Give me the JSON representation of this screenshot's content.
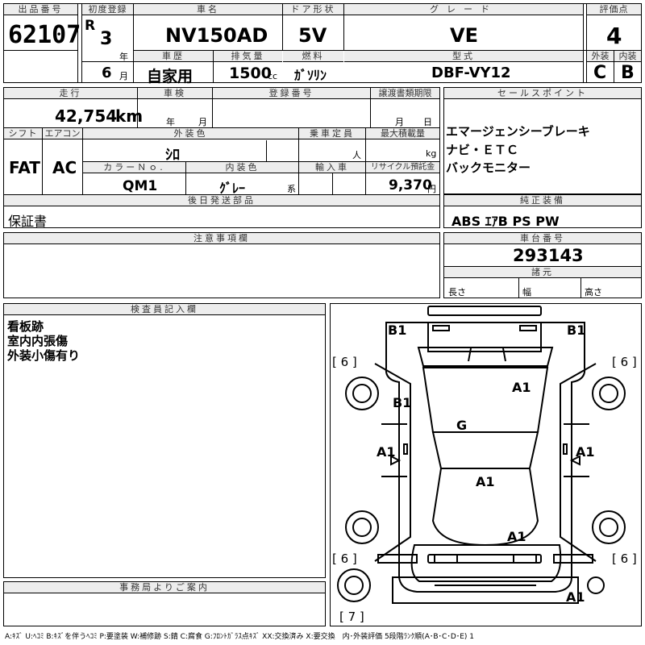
{
  "sheet": {
    "lot_number_label": "出品番号",
    "lot_number": "62107",
    "first_reg_label": "初度登録",
    "era_mark": "R",
    "reg_year": "3",
    "year_unit": "年",
    "reg_month": "6",
    "month_unit": "月",
    "car_name_label": "車名",
    "car_name": "NV150AD",
    "door_label": "ドア形状",
    "door": "5V",
    "grade_label": "グレード",
    "grade": "VE",
    "score_label": "評価点",
    "score": "4",
    "history_label": "車歴",
    "history": "自家用",
    "displacement_label": "排気量",
    "displacement": "1500",
    "displacement_unit": "cc",
    "fuel_label": "燃料",
    "fuel": "ｶﾞｿﾘﾝ",
    "model_label": "型式",
    "model": "DBF-VY12",
    "exterior_label": "外装",
    "exterior_grade": "C",
    "interior_label": "内装",
    "interior_grade": "B",
    "mileage_label": "走行",
    "mileage": "42,754",
    "mileage_unit": "km",
    "inspection_label": "車検",
    "inspection_year_unit": "年",
    "inspection_month_unit": "月",
    "reg_number_label": "登録番号",
    "transfer_label": "譲渡書類期限",
    "transfer_month_unit": "月",
    "transfer_day_unit": "日",
    "sales_point_label": "セールスポイント",
    "sales_points": [
      "エマージェンシーブレーキ",
      "ナビ・ＥＴＣ",
      "バックモニター"
    ],
    "shift_label": "シフト",
    "shift": "FAT",
    "aircon_label": "エアコン",
    "aircon": "AC",
    "ext_color_label": "外装色",
    "ext_color": "ｼﾛ",
    "capacity_label": "乗車定員",
    "capacity_unit": "人",
    "max_load_label": "最大積載量",
    "max_load_unit": "kg",
    "color_no_label": "カラーＮｏ.",
    "color_no": "QM1",
    "int_color_label": "内装色",
    "int_color": "ｸﾞﾚｰ",
    "int_color_suffix": "系",
    "import_label": "輸入車",
    "recycle_label": "リサイクル預託金",
    "recycle_fee": "9,370",
    "recycle_unit": "円",
    "later_parts_label": "後日発送部品",
    "later_parts": "保証書",
    "genuine_equip_label": "純正装備",
    "genuine_equip": "ABS ｴｱB PS PW",
    "notes_label": "注意事項欄",
    "chassis_label": "車台番号",
    "chassis": "293143",
    "specs_label": "諸元",
    "length_label": "長さ",
    "width_label": "幅",
    "height_label": "高さ",
    "inspector_label": "検査員記入欄",
    "inspector_notes": [
      "看板跡",
      "室内内張傷",
      "外装小傷有り"
    ],
    "office_label": "事務局よりご案内",
    "legend": "A:ｷｽﾞ U:ﾍｺﾐ B:ｷｽﾞを伴うﾍｺﾐ P:要塗装 W:補修跡 S:錆 C:腐食 G:ﾌﾛﾝﾄｶﾞﾗｽ点ｷｽﾞ XX:交換済み X:要交換　内･外装評価 5段階ﾗﾝｸ順(A･B･C･D･E) 1"
  },
  "diagram": {
    "marks": {
      "rear_left": "B1",
      "rear_right": "B1",
      "roof_right": "A1",
      "roof_left": "B1",
      "windshield": "G",
      "left_side": "A1",
      "right_side": "A1",
      "hood": "A1",
      "front_right": "A1",
      "bottom_right": "A1"
    },
    "tires": {
      "rear_left": "[ 6 ]",
      "rear_right": "[ 6 ]",
      "front_left": "[ 6 ]",
      "front_right": "[ 6 ]",
      "spare": "[ 7 ]"
    }
  }
}
